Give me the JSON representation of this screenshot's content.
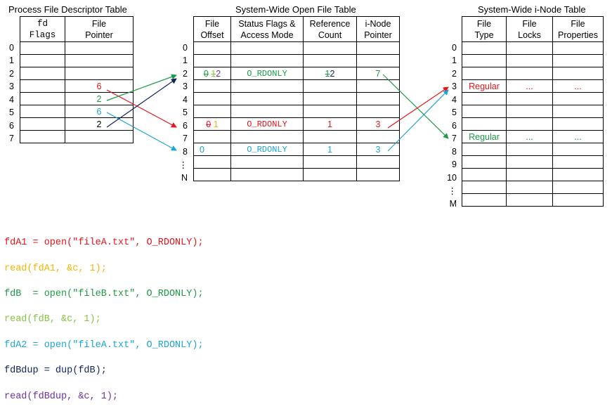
{
  "titles": {
    "process_table": "Process File Descriptor Table",
    "open_file_table": "System-Wide Open File Table",
    "inode_table": "System-Wide i-Node Table"
  },
  "process_table": {
    "headers": [
      "fd\nFlags",
      "File\nPointer"
    ],
    "row_labels": [
      "0",
      "1",
      "2",
      "3",
      "4",
      "5",
      "6",
      "7"
    ],
    "file_pointers": [
      "",
      "",
      "",
      "6",
      "2",
      "6",
      "2",
      ""
    ],
    "pointer_colors": [
      "",
      "",
      "",
      "#e8141a",
      "#1e9a44",
      "#1aa5d4",
      "#000000",
      ""
    ]
  },
  "open_file_table": {
    "headers": [
      "File\nOffset",
      "Status Flags &\nAccess Mode",
      "Reference\nCount",
      "i-Node\nPointer"
    ],
    "row_labels": [
      "0",
      "1",
      "2",
      "3",
      "4",
      "5",
      "6",
      "7",
      "8",
      "⋮",
      "N"
    ],
    "row2": {
      "offset_old1": "0",
      "offset_old2": "1",
      "offset_new": "2",
      "mode": "O_RDONLY",
      "ref_old": "1",
      "ref_new": "2",
      "inode": "7"
    },
    "row6": {
      "offset_old": "0",
      "offset_new": "1",
      "mode": "O_RDONLY",
      "ref": "1",
      "inode": "3"
    },
    "row8": {
      "offset": "0",
      "mode": "O_RDONLY",
      "ref": "1",
      "inode": "3"
    }
  },
  "inode_table": {
    "headers": [
      "File\nType",
      "File\nLocks",
      "File\nProperties"
    ],
    "row_labels": [
      "0",
      "1",
      "2",
      "3",
      "4",
      "5",
      "6",
      "7",
      "8",
      "9",
      "10",
      "⋮",
      "M"
    ],
    "row3": {
      "type": "Regular",
      "locks": "...",
      "props": "..."
    },
    "row7": {
      "type": "Regular",
      "locks": "...",
      "props": "..."
    }
  },
  "code_lines": [
    {
      "text": "fdA1 = open(\"fileA.txt\", O_RDONLY);",
      "color": "#e8141a"
    },
    {
      "text": "read(fdA1, &c, 1);",
      "color": "#f5b400"
    },
    {
      "text": "fdB  = open(\"fileB.txt\", O_RDONLY);",
      "color": "#1e9a44"
    },
    {
      "text": "read(fdB, &c, 1);",
      "color": "#86c440"
    },
    {
      "text": "fdA2 = open(\"fileA.txt\", O_RDONLY);",
      "color": "#1aa5d4"
    },
    {
      "text": "fdBdup = dup(fdB);",
      "color": "#10245c"
    },
    {
      "text": "read(fdBdup, &c, 1);",
      "color": "#7030a0"
    }
  ],
  "colors": {
    "red": "#e8141a",
    "orange": "#f5b400",
    "green": "#1e9a44",
    "lightgreen": "#86c440",
    "blue": "#1aa5d4",
    "navy": "#10245c",
    "purple": "#7030a0"
  }
}
